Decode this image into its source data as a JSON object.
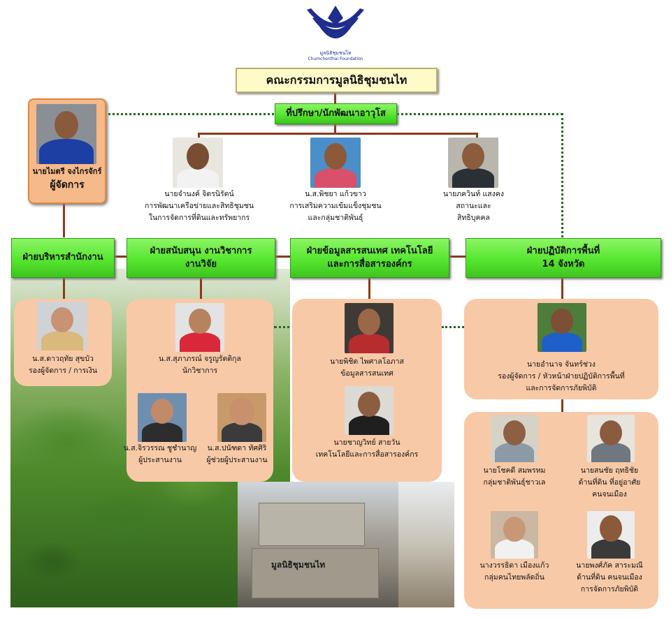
{
  "logo": {
    "caption_th": "มูลนิธิชุมชนไท",
    "caption_en": "Chumchonthai Foundation",
    "color": "#1f2d8c"
  },
  "board": {
    "title": "คณะกรรมการมูลนิธิชุมชนไท"
  },
  "advisor": {
    "title": "ที่ปรึกษา/นักพัฒนาอาวุโส"
  },
  "manager": {
    "name": "นายไมตรี จงไกรจักร์",
    "role": "ผู้จัดการ"
  },
  "advisors": [
    {
      "name": "นายจำนงค์ จิตรนิรัตน์",
      "line1": "การพัฒนาเครือข่ายและสิทธิชุมชน",
      "line2": "ในการจัดการที่ดินและทรัพยากร"
    },
    {
      "name": "น.ส.พิชยา แก้วขาว",
      "line1": "การเสริมความเข้มแข็งชุมชน",
      "line2": "และกลุ่มชาติพันธุ์"
    },
    {
      "name": "นายภควินท์ แสงคง",
      "line1": "สถานะและ",
      "line2": "สิทธิบุคคล"
    }
  ],
  "departments": [
    {
      "label": "ฝ่ายบริหารสำนักงาน"
    },
    {
      "label1": "ฝ่ายสนับสนุน งานวิชาการ",
      "label2": "งานวิจัย"
    },
    {
      "label1": "ฝ่ายข้อมูลสารสนเทศ เทคโนโลยี",
      "label2": "และการสื่อสารองค์กร"
    },
    {
      "label1": "ฝ่ายปฏิบัติการพื้นที่",
      "label2": "14 จังหวัด"
    }
  ],
  "admin_staff": [
    {
      "name": "น.ส.ดาวฤทัย สุขบัว",
      "role": "รองผู้จัดการ / การเงิน"
    }
  ],
  "research_staff": [
    {
      "name": "น.ส.สุภาภรณ์ จรูญรัตติกุล",
      "role": "นักวิชาการ"
    },
    {
      "name": "น.ส.จิรวรรณ ชูชำนาญ",
      "role": "ผู้ประสานงาน"
    },
    {
      "name": "น.ส.ปนัฑดา ทัศศิริ",
      "role": "ผู้ช่วยผู้ประสานงาน"
    }
  ],
  "it_staff": [
    {
      "name": "นายพิชิต ไพศาลโอภาส",
      "role": "ข้อมูลสารสนเทศ"
    },
    {
      "name": "นายชาญวิทย์ สายวัน",
      "role": "เทคโนโลยีและการสื่อสารองค์กร"
    }
  ],
  "field_lead": {
    "name": "นายอำนาจ จันทร์ช่วง",
    "role1": "รองผู้จัดการ / หัวหน้าฝ่ายปฏิบัติการพื้นที่",
    "role2": "และการจัดการภัยพิบัติ"
  },
  "field_staff": [
    {
      "name": "นายโชคดี สมพรหม",
      "role1": "กลุ่มชาติพันธุ์ชาวเล",
      "role2": ""
    },
    {
      "name": "นายสนชัย ฤทธิชัย",
      "role1": "ด้านที่ดิน ที่อยู่อาศัย",
      "role2": "คนจนเมือง"
    },
    {
      "name": "นางวรรธิดา เมืองแก้ว",
      "role1": "กลุ่มคนไทยพลัดถิ่น",
      "role2": ""
    },
    {
      "name": "นายพงศ์ภัค สาระมณี",
      "role1": "ด้านที่ดิน คนจนเมือง",
      "role2": "การจัดการภัยพิบัติ"
    }
  ],
  "building_sign": "มูลนิธิชุมชนไท",
  "colors": {
    "green_box": "#56e62f",
    "title_box": "#fffbc9",
    "connector": "#8b3a1a",
    "dotted": "#1d6b1a",
    "staff_panel": "#f8c9a7",
    "manager_box": "#f6b98a"
  }
}
